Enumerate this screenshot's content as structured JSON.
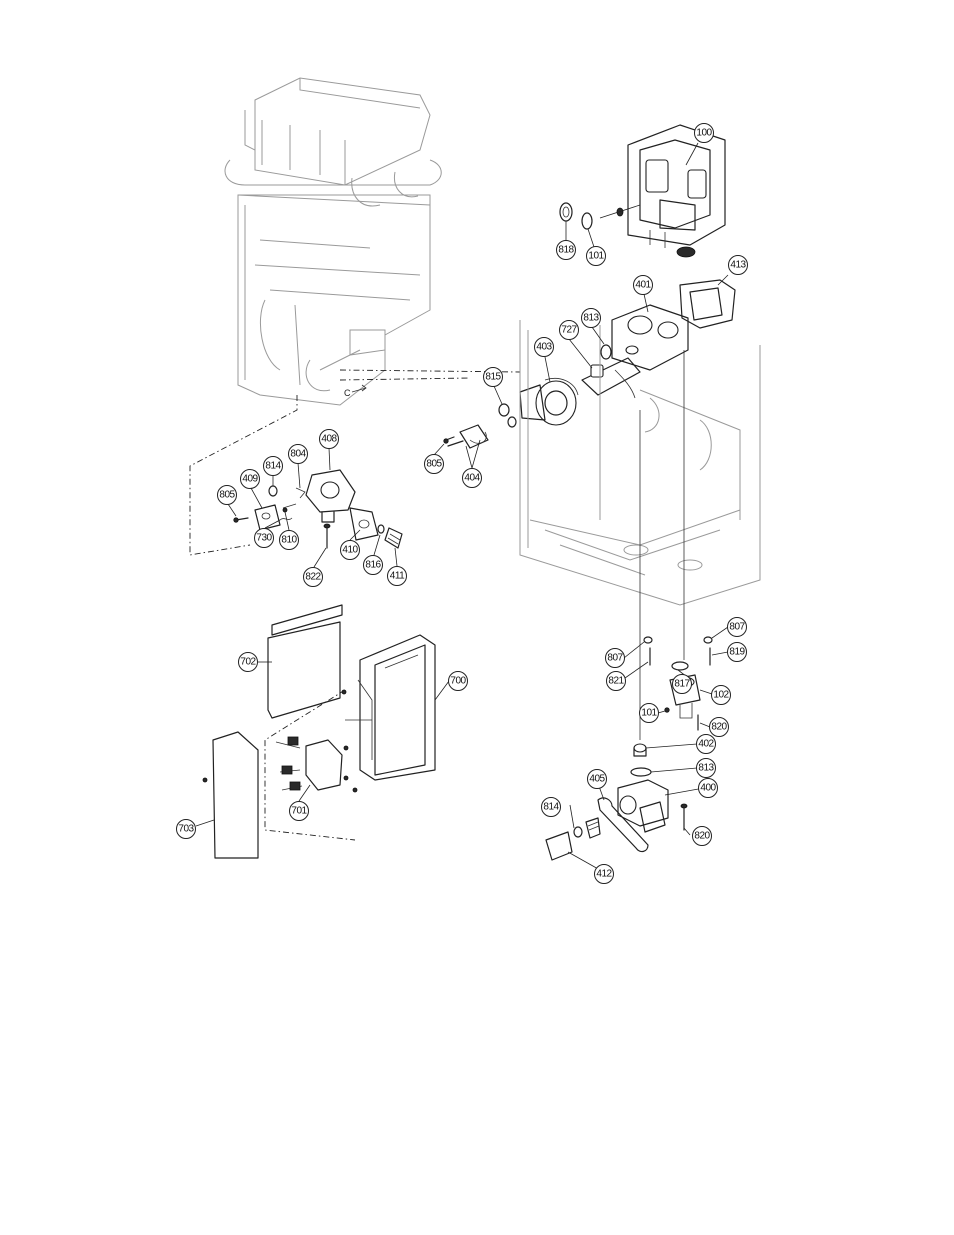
{
  "diagram": {
    "labels": {
      "p100": "100",
      "p818": "818",
      "p101a": "101",
      "p413": "413",
      "p401": "401",
      "p813a": "813",
      "p727": "727",
      "p403": "403",
      "p815": "815",
      "p805a": "805",
      "p404": "404",
      "p408": "408",
      "p814a": "814",
      "p804": "804",
      "p409": "409",
      "p805b": "805",
      "p730": "730",
      "p810": "810",
      "p410": "410",
      "p816": "816",
      "p411": "411",
      "p822": "822",
      "p702": "702",
      "p700": "700",
      "p701": "701",
      "p703": "703",
      "p807a": "807",
      "p807b": "807",
      "p819": "819",
      "p821": "821",
      "p817": "817",
      "p102": "102",
      "p101b": "101",
      "p820a": "820",
      "p402": "402",
      "p813b": "813",
      "p405": "405",
      "p400": "400",
      "p814b": "814",
      "p820b": "820",
      "p412": "412"
    },
    "letter_c": "C"
  }
}
